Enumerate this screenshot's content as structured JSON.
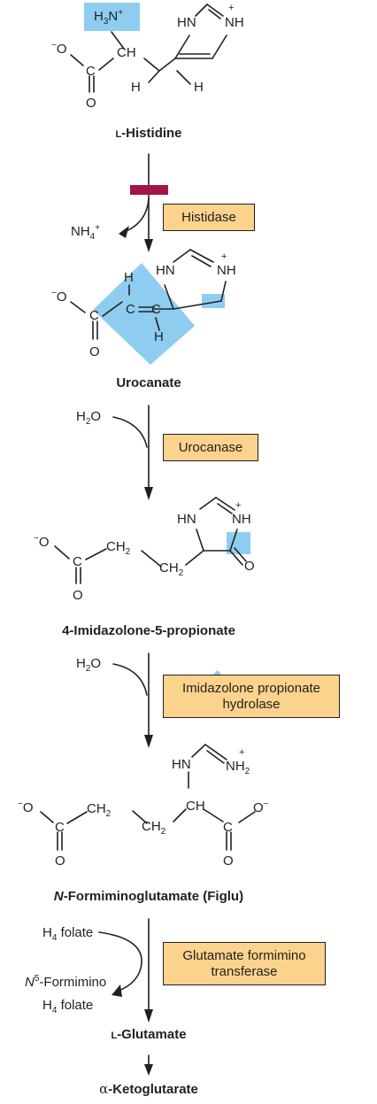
{
  "title": "",
  "compounds": [
    {
      "name": "L-Histidine",
      "prefix": "l",
      "rest": "-Histidine"
    },
    {
      "name": "Urocanate"
    },
    {
      "name": "4-Imidazolone-5-propionate"
    },
    {
      "name": "N-Formiminoglutamate (Figlu)",
      "prefix": "N",
      "rest": "-Formiminoglutamate (Figlu)"
    },
    {
      "name": "L-Glutamate",
      "prefix": "l",
      "rest": "-Glutamate"
    },
    {
      "name": "α-Ketoglutarate",
      "prefix": "α",
      "rest": "-Ketoglutarate"
    }
  ],
  "enzymes": {
    "histidase": "Histidase",
    "urocanase": "Urocanase",
    "imidazolone": "Imidazolone propionate\nhydrolase",
    "formimino": "Glutamate formimino\ntransferase"
  },
  "side": {
    "nh4": "NH4+",
    "h2o_1": "H2O",
    "h2o_2": "H2O",
    "h4folate": "H4 folate",
    "n5_line1": "N5-Formimino",
    "n5_line2": "H4 folate"
  },
  "colors": {
    "highlight": "#8ecdf0",
    "enzyme_box": "#fbd38d",
    "block_bar": "#a3164a",
    "ink": "#231f20"
  }
}
